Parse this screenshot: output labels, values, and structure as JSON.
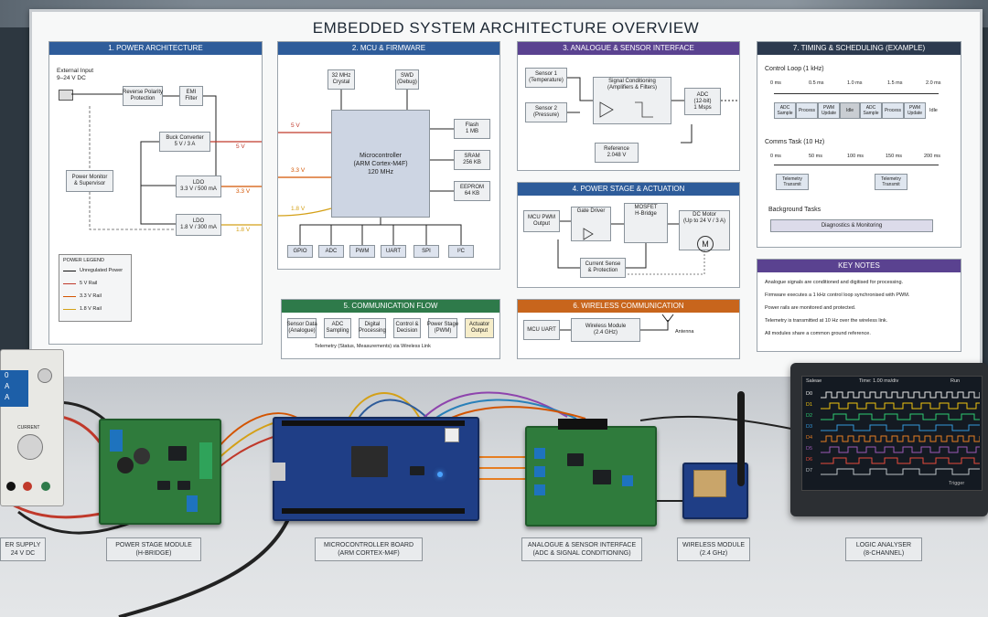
{
  "title": "EMBEDDED SYSTEM ARCHITECTURE OVERVIEW",
  "colors": {
    "power": "#2e5c9a",
    "mcu": "#2e5c9a",
    "sensor": "#5a4290",
    "timing": "#2c3a4f",
    "comm": "#2e7a4a",
    "wireless": "#c8651c",
    "rail5": "#c0392b",
    "rail33": "#d35400",
    "rail18": "#d4a017"
  },
  "power": {
    "header": "1. POWER ARCHITECTURE",
    "input": "External Input\n9–24 V DC",
    "rev": "Reverse Polarity\nProtection",
    "emi": "EMI\nFilter",
    "buck": "Buck Converter\n5 V / 3 A",
    "monitor": "Power Monitor\n& Supervisor",
    "ldo33": "LDO\n3.3 V / 500 mA",
    "ldo18": "LDO\n1.8 V / 300 mA",
    "v5": "5 V",
    "v33": "3.3 V",
    "v18": "1.8 V",
    "legend_title": "POWER LEGEND",
    "legend": [
      "Unregulated Power",
      "5 V Rail",
      "3.3 V Rail",
      "1.8 V Rail"
    ]
  },
  "mcu": {
    "header": "2. MCU & FIRMWARE",
    "crystal": "32 MHz\nCrystal",
    "swd": "SWD\n(Debug)",
    "core": "Microcontroller\n(ARM Cortex-M4F)\n120 MHz",
    "flash": "Flash\n1 MB",
    "sram": "SRAM\n256 KB",
    "eeprom": "EEPROM\n64 KB",
    "periph": [
      "GPIO",
      "ADC",
      "PWM",
      "UART",
      "SPI",
      "I²C"
    ],
    "v5": "5 V",
    "v33": "3.3 V",
    "v18": "1.8 V"
  },
  "sensor": {
    "header": "3. ANALOGUE & SENSOR INTERFACE",
    "s1": "Sensor 1\n(Temperature)",
    "s2": "Sensor 2\n(Pressure)",
    "cond": "Signal Conditioning\n(Amplifiers & Filters)",
    "adc": "ADC\n(12-bit)\n1 Msps",
    "ref": "Reference\n2.048 V"
  },
  "actuation": {
    "header": "4. POWER STAGE & ACTUATION",
    "pwm": "MCU PWM\nOutput",
    "gate": "Gate Driver",
    "mosfet": "MOSFET\nH-Bridge",
    "motor": "DC Motor\n(Up to 24 V / 3 A)",
    "motor_symbol": "M",
    "sense": "Current Sense\n& Protection"
  },
  "comm": {
    "header": "5. COMMUNICATION FLOW",
    "steps": [
      "Sensor Data\n(Analogue)",
      "ADC\nSampling",
      "Digital\nProcessing",
      "Control &\nDecision",
      "Power Stage\n(PWM)",
      "Actuator\nOutput"
    ],
    "telemetry": "Telemetry (Status, Measurements) via Wireless Link"
  },
  "wireless": {
    "header": "6. WIRELESS COMMUNICATION",
    "uart": "MCU UART",
    "module": "Wireless Module\n(2.4 GHz)",
    "antenna": "Antenna"
  },
  "timing": {
    "header": "7. TIMING & SCHEDULING (EXAMPLE)",
    "control_title": "Control Loop (1 kHz)",
    "control_ticks": [
      "0 ms",
      "0.5 ms",
      "1.0 ms",
      "1.5 ms",
      "2.0 ms"
    ],
    "control_slots": [
      "ADC\nSample",
      "Process",
      "PWM\nUpdate",
      "Idle",
      "ADC\nSample",
      "Process",
      "PWM\nUpdate",
      "Idle"
    ],
    "comms_title": "Comms Task (10 Hz)",
    "comms_ticks": [
      "0 ms",
      "50 ms",
      "100 ms",
      "150 ms",
      "200 ms"
    ],
    "comms_slots": [
      "Telemetry\nTransmit",
      "Telemetry\nTransmit"
    ],
    "bg_title": "Background Tasks",
    "bg_bar": "Diagnostics & Monitoring"
  },
  "notes": {
    "header": "KEY NOTES",
    "items": [
      "Analogue signals are conditioned and digitised for processing.",
      "Firmware executes a 1 kHz control loop synchronised with PWM.",
      "Power rails are monitored and protected.",
      "Telemetry is transmitted at 10 Hz over the wireless link.",
      "All modules share a common ground reference."
    ]
  },
  "bench": {
    "psu_caption": "ER SUPPLY\n24 V DC",
    "psu_current": "CURRENT",
    "psu_readout": [
      "0",
      "A",
      "A"
    ],
    "hbridge_caption": "POWER STAGE MODULE\n(H-BRIDGE)",
    "mcu_caption": "MICROCONTROLLER BOARD\n(ARM CORTEX-M4F)",
    "afe_caption": "ANALOGUE & SENSOR INTERFACE\n(ADC & SIGNAL CONDITIONING)",
    "wireless_caption": "WIRELESS MODULE\n(2.4 GHz)",
    "la_caption": "LOGIC ANALYSER\n(8-CHANNEL)",
    "la_title": "Saleae",
    "la_time": "Time: 1.00 ms/div",
    "la_run": "Run",
    "la_channels": [
      "D0",
      "D1",
      "D2",
      "D3",
      "D4",
      "D5",
      "D6",
      "D7"
    ],
    "la_trigger": "Trigger"
  }
}
